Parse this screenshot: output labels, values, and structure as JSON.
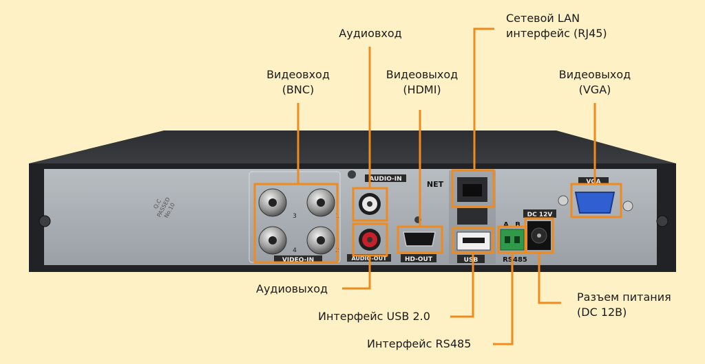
{
  "device": {
    "panel_labels": {
      "audio_in": "AUDIO-IN",
      "audio_out": "AUDIO-OUT",
      "video_in": "VIDEO-IN",
      "hd_out": "HD-OUT",
      "usb": "USB",
      "net": "NET",
      "vga": "VGA",
      "dc": "DC 12V",
      "rs485": "RS485",
      "rs485_a": "A",
      "rs485_b": "B",
      "bnc_1": "1",
      "bnc_2": "2",
      "bnc_3": "3",
      "bnc_4": "4",
      "qc_line1": "Q.C",
      "qc_line2": "PASSED",
      "qc_line3": "No.10"
    }
  },
  "callouts": {
    "video_in_line1": "Видеовход",
    "video_in_line2": "(BNC)",
    "audio_in": "Аудиовход",
    "hdmi_line1": "Видеовыход",
    "hdmi_line2": "(HDMI)",
    "lan_line1": "Сетевой LAN",
    "lan_line2": "интерфейс (RJ45)",
    "vga_line1": "Видеовыход",
    "vga_line2": "(VGA)",
    "audio_out": "Аудиовыход",
    "usb": "Интерфейс USB 2.0",
    "rs485": "Интерфейс RS485",
    "power_line1": "Разъем питания",
    "power_line2": "(DC 12B)"
  },
  "colors": {
    "background": "#fdf1c5",
    "accent": "#f08a1c",
    "panel": "#a9aeb4",
    "case": "#26282b",
    "vga_blue": "#2f5fd0",
    "terminal_green": "#2e9a4a",
    "rca_red": "#c8202a"
  }
}
